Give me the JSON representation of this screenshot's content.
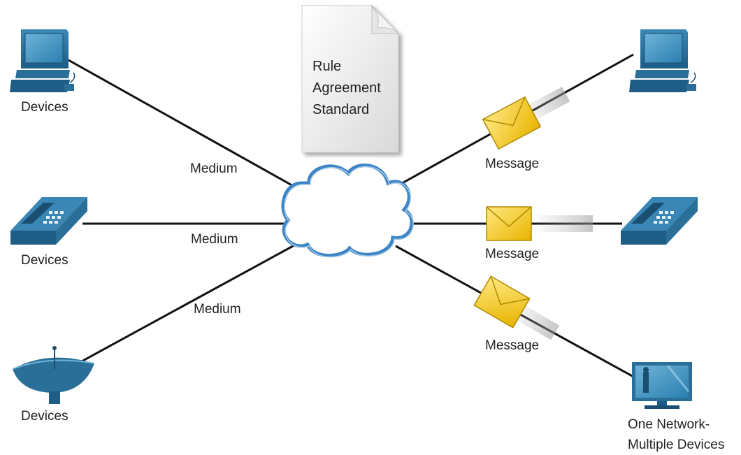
{
  "document": {
    "lines": [
      "Rule",
      "Agreement",
      "Standard"
    ]
  },
  "left_devices": [
    {
      "icon": "desktop-computer-icon",
      "label": "Devices"
    },
    {
      "icon": "desk-phone-icon",
      "label": "Devices"
    },
    {
      "icon": "satellite-dish-icon",
      "label": "Devices"
    }
  ],
  "medium_labels": [
    "Medium",
    "Medium",
    "Medium"
  ],
  "message_labels": [
    "Message",
    "Message",
    "Message"
  ],
  "right_devices": [
    {
      "icon": "desktop-computer-icon",
      "label": ""
    },
    {
      "icon": "desk-phone-icon",
      "label": ""
    },
    {
      "icon": "tv-monitor-icon",
      "label": "One Network-\nMultiple Devices"
    }
  ],
  "network": {
    "icon": "cloud-icon"
  },
  "colors": {
    "device": "#2a6f97",
    "device_dark": "#1b4f72",
    "envelope": "#f5c518",
    "cloud_stroke": "#3d85c6",
    "line": "#111111"
  }
}
